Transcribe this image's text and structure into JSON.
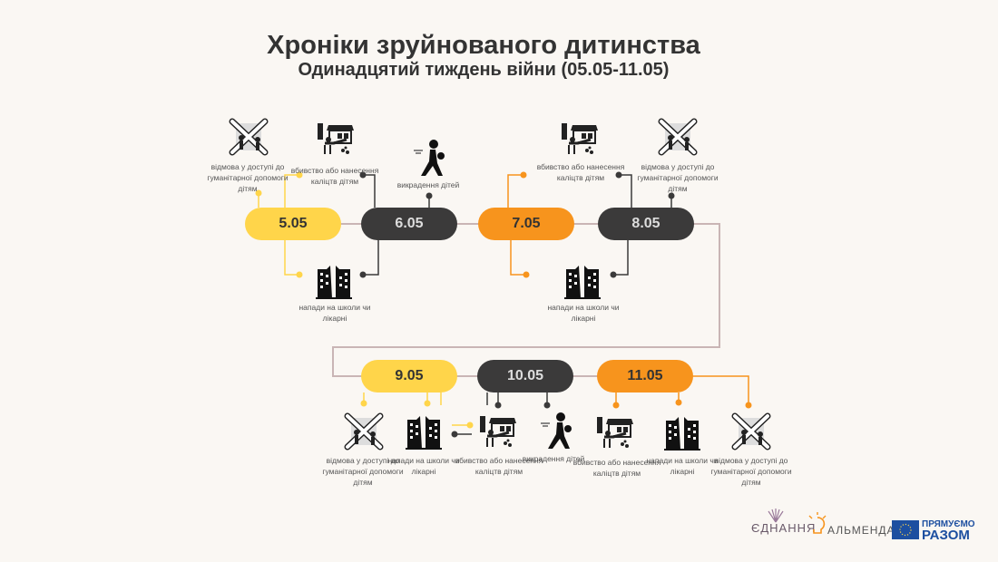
{
  "title": "Хроніки зруйнованого дитинства",
  "subtitle": "Одинадцятий тиждень війни (05.05-11.05)",
  "colors": {
    "yellow": "#ffd54a",
    "dark": "#3b3a3a",
    "orange": "#f7941d",
    "line": "#c9b5b5"
  },
  "dates": [
    "5.05",
    "6.05",
    "7.05",
    "8.05",
    "9.05",
    "10.05",
    "11.05"
  ],
  "labels": {
    "refusal": "відмова у доступі до гуманітарної допомоги дітям",
    "killing": "вбивство або нанесення каліцтв дітям",
    "abduction": "викрадення дітей",
    "attacks": "напади на школи чи лікарні"
  },
  "logos": {
    "ednannia": "ЄДНАННЯ",
    "almenda": "АЛЬМЕНДА",
    "eu_top": "ПРЯМУЄМО",
    "eu_bottom": "РАЗОМ"
  }
}
